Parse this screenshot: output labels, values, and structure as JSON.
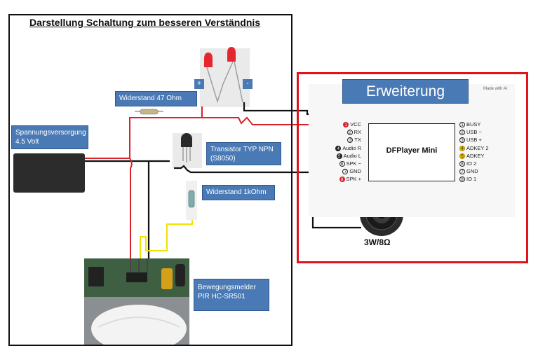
{
  "title": "Darstellung Schaltung zum besseren Verständnis",
  "labels": {
    "widerstand47": "Widerstand 47 Ohm",
    "spannung_line1": "Spannungsversorgung",
    "spannung_line2": "4.5 Volt",
    "transistor_line1": "Transistor TYP NPN",
    "transistor_line2": "(S8050)",
    "widerstand1k": "Widerstand 1kOhm",
    "pir_line1": "Bewegungsmelder",
    "pir_line2": "PIR HC-SR501",
    "led_plus": "+",
    "led_minus": "-"
  },
  "expansion": {
    "title": "Erweiterung",
    "made_with": "Made with AI",
    "module_name": "DFPlayer Mini",
    "speaker_label": "3W/8Ω",
    "pins_left": [
      {
        "num": "1",
        "name": "VCC"
      },
      {
        "num": "2",
        "name": "RX"
      },
      {
        "num": "3",
        "name": "TX"
      },
      {
        "num": "4",
        "name": "Audio R"
      },
      {
        "num": "5",
        "name": "Audio L"
      },
      {
        "num": "6",
        "name": "SPK −"
      },
      {
        "num": "7",
        "name": "GND"
      },
      {
        "num": "8",
        "name": "SPK +"
      }
    ],
    "pins_right": [
      {
        "num": "1",
        "name": "BUSY"
      },
      {
        "num": "2",
        "name": "USB −"
      },
      {
        "num": "3",
        "name": "USB +"
      },
      {
        "num": "4",
        "name": "ADKEY 2"
      },
      {
        "num": "5",
        "name": "ADKEY"
      },
      {
        "num": "6",
        "name": "IO 2"
      },
      {
        "num": "7",
        "name": "GND"
      },
      {
        "num": "8",
        "name": "IO 1"
      }
    ]
  },
  "colors": {
    "label_bg": "#4a7ab5",
    "frame_red": "#e0121a",
    "wire_red": "#d9222a",
    "wire_black": "#111111",
    "wire_yellow": "#f2e200"
  }
}
